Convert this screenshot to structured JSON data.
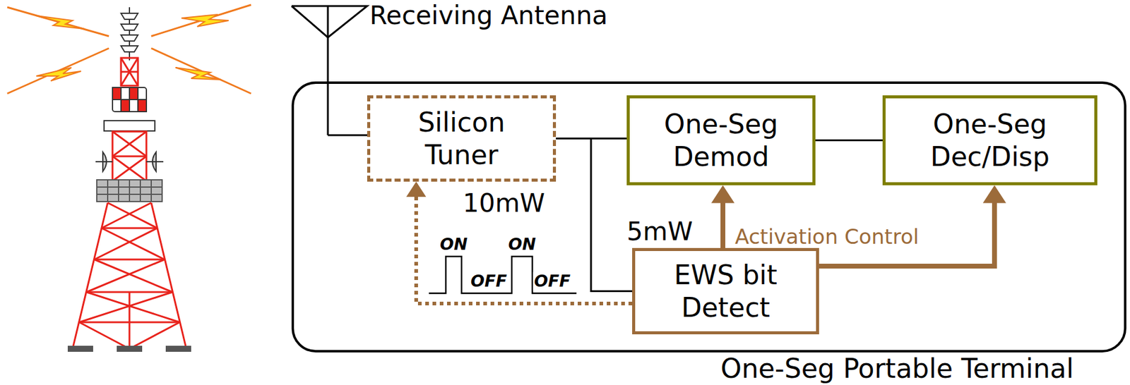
{
  "diagram": {
    "nodes": [
      {
        "text": [
          "One-Seg Portable Terminal"
        ]
      },
      {
        "text": [
          "Silicon Tuner"
        ],
        "in": 0
      },
      {
        "text": [
          "One-Seg Demod"
        ],
        "in": 0
      },
      {
        "text": [
          "One-Seg Dec/Disp"
        ],
        "in": 0
      },
      {
        "text": [
          "EWS bit Detect"
        ],
        "in": 0
      }
    ],
    "edges": [
      {
        "from": 1,
        "to": 2,
        "arrow": "none"
      },
      {
        "from": 1,
        "to": 4,
        "arrow": "none"
      },
      {
        "from": 2,
        "to": 3,
        "arrow": "none"
      },
      {
        "from": 4,
        "to": 2,
        "arrow": "to"
      },
      {
        "from": 4,
        "to": 3,
        "arrow": "to"
      },
      {
        "from": 4,
        "to": 1,
        "arrow": "to"
      }
    ],
    "labels": [
      "Receiving Antenna",
      "10mW",
      "5mW",
      "Activation Control",
      "ON",
      "ON",
      "OFF",
      "OFF"
    ]
  }
}
